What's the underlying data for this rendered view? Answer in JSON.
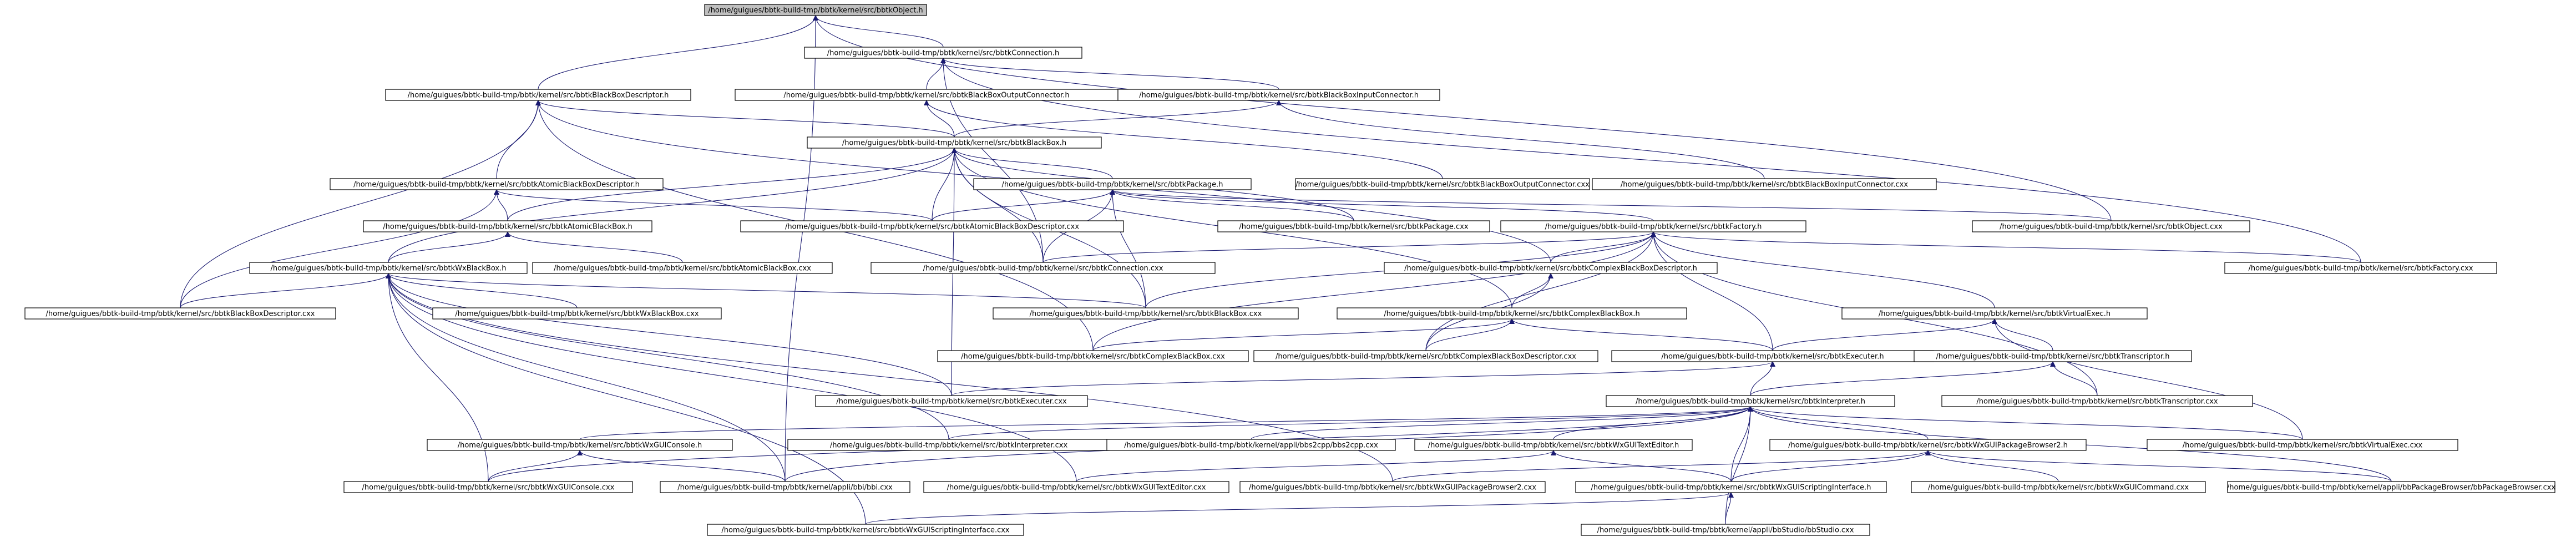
{
  "graph": {
    "root": "n0",
    "colors": {
      "edge": "#191970",
      "node_fill": "#ffffff",
      "root_fill": "#bfbfbf",
      "border": "#000000"
    },
    "nodes": [
      {
        "id": "n0",
        "label": "/home/guigues/bbtk-build-tmp/bbtk/kernel/src/bbtkObject.h",
        "root": true
      },
      {
        "id": "n1",
        "label": "/home/guigues/bbtk-build-tmp/bbtk/kernel/src/bbtkConnection.h"
      },
      {
        "id": "n2",
        "label": "/home/guigues/bbtk-build-tmp/bbtk/kernel/src/bbtkBlackBoxDescriptor.h"
      },
      {
        "id": "n3",
        "label": "/home/guigues/bbtk-build-tmp/bbtk/kernel/src/bbtkBlackBoxOutputConnector.h"
      },
      {
        "id": "n4",
        "label": "/home/guigues/bbtk-build-tmp/bbtk/kernel/src/bbtkBlackBoxInputConnector.h"
      },
      {
        "id": "n5",
        "label": "/home/guigues/bbtk-build-tmp/bbtk/kernel/src/bbtkBlackBox.h"
      },
      {
        "id": "n6",
        "label": "/home/guigues/bbtk-build-tmp/bbtk/kernel/src/bbtkAtomicBlackBoxDescriptor.h"
      },
      {
        "id": "n7",
        "label": "/home/guigues/bbtk-build-tmp/bbtk/kernel/src/bbtkPackage.h"
      },
      {
        "id": "n8",
        "label": "/home/guigues/bbtk-build-tmp/bbtk/kernel/src/bbtkBlackBoxOutputConnector.cxx"
      },
      {
        "id": "n9",
        "label": "/home/guigues/bbtk-build-tmp/bbtk/kernel/src/bbtkBlackBoxInputConnector.cxx"
      },
      {
        "id": "n10",
        "label": "/home/guigues/bbtk-build-tmp/bbtk/kernel/src/bbtkAtomicBlackBox.h"
      },
      {
        "id": "n11",
        "label": "/home/guigues/bbtk-build-tmp/bbtk/kernel/src/bbtkAtomicBlackBoxDescriptor.cxx"
      },
      {
        "id": "n12",
        "label": "/home/guigues/bbtk-build-tmp/bbtk/kernel/src/bbtkPackage.cxx"
      },
      {
        "id": "n13",
        "label": "/home/guigues/bbtk-build-tmp/bbtk/kernel/src/bbtkFactory.h"
      },
      {
        "id": "n14",
        "label": "/home/guigues/bbtk-build-tmp/bbtk/kernel/src/bbtkObject.cxx"
      },
      {
        "id": "n15",
        "label": "/home/guigues/bbtk-build-tmp/bbtk/kernel/src/bbtkWxBlackBox.h"
      },
      {
        "id": "n16",
        "label": "/home/guigues/bbtk-build-tmp/bbtk/kernel/src/bbtkAtomicBlackBox.cxx"
      },
      {
        "id": "n17",
        "label": "/home/guigues/bbtk-build-tmp/bbtk/kernel/src/bbtkConnection.cxx"
      },
      {
        "id": "n18",
        "label": "/home/guigues/bbtk-build-tmp/bbtk/kernel/src/bbtkComplexBlackBoxDescriptor.h"
      },
      {
        "id": "n19",
        "label": "/home/guigues/bbtk-build-tmp/bbtk/kernel/src/bbtkFactory.cxx"
      },
      {
        "id": "n20",
        "label": "/home/guigues/bbtk-build-tmp/bbtk/kernel/src/bbtkBlackBoxDescriptor.cxx"
      },
      {
        "id": "n21",
        "label": "/home/guigues/bbtk-build-tmp/bbtk/kernel/src/bbtkWxBlackBox.cxx"
      },
      {
        "id": "n22",
        "label": "/home/guigues/bbtk-build-tmp/bbtk/kernel/src/bbtkBlackBox.cxx"
      },
      {
        "id": "n23",
        "label": "/home/guigues/bbtk-build-tmp/bbtk/kernel/src/bbtkComplexBlackBox.h"
      },
      {
        "id": "n24",
        "label": "/home/guigues/bbtk-build-tmp/bbtk/kernel/src/bbtkVirtualExec.h"
      },
      {
        "id": "n25",
        "label": "/home/guigues/bbtk-build-tmp/bbtk/kernel/src/bbtkComplexBlackBox.cxx"
      },
      {
        "id": "n26",
        "label": "/home/guigues/bbtk-build-tmp/bbtk/kernel/src/bbtkComplexBlackBoxDescriptor.cxx"
      },
      {
        "id": "n27",
        "label": "/home/guigues/bbtk-build-tmp/bbtk/kernel/src/bbtkExecuter.h"
      },
      {
        "id": "n28",
        "label": "/home/guigues/bbtk-build-tmp/bbtk/kernel/src/bbtkTranscriptor.h"
      },
      {
        "id": "n29",
        "label": "/home/guigues/bbtk-build-tmp/bbtk/kernel/src/bbtkExecuter.cxx"
      },
      {
        "id": "n30",
        "label": "/home/guigues/bbtk-build-tmp/bbtk/kernel/src/bbtkInterpreter.h"
      },
      {
        "id": "n31",
        "label": "/home/guigues/bbtk-build-tmp/bbtk/kernel/src/bbtkTranscriptor.cxx"
      },
      {
        "id": "n32",
        "label": "/home/guigues/bbtk-build-tmp/bbtk/kernel/src/bbtkWxGUIConsole.h"
      },
      {
        "id": "n33",
        "label": "/home/guigues/bbtk-build-tmp/bbtk/kernel/src/bbtkInterpreter.cxx"
      },
      {
        "id": "n34",
        "label": "/home/guigues/bbtk-build-tmp/bbtk/kernel/appli/bbs2cpp/bbs2cpp.cxx"
      },
      {
        "id": "n35",
        "label": "/home/guigues/bbtk-build-tmp/bbtk/kernel/src/bbtkWxGUITextEditor.h"
      },
      {
        "id": "n36",
        "label": "/home/guigues/bbtk-build-tmp/bbtk/kernel/src/bbtkWxGUIPackageBrowser2.h"
      },
      {
        "id": "n37",
        "label": "/home/guigues/bbtk-build-tmp/bbtk/kernel/src/bbtkVirtualExec.cxx"
      },
      {
        "id": "n38",
        "label": "/home/guigues/bbtk-build-tmp/bbtk/kernel/src/bbtkWxGUIConsole.cxx"
      },
      {
        "id": "n39",
        "label": "/home/guigues/bbtk-build-tmp/bbtk/kernel/appli/bbi/bbi.cxx"
      },
      {
        "id": "n40",
        "label": "/home/guigues/bbtk-build-tmp/bbtk/kernel/src/bbtkWxGUITextEditor.cxx"
      },
      {
        "id": "n41",
        "label": "/home/guigues/bbtk-build-tmp/bbtk/kernel/src/bbtkWxGUIPackageBrowser2.cxx"
      },
      {
        "id": "n42",
        "label": "/home/guigues/bbtk-build-tmp/bbtk/kernel/src/bbtkWxGUIScriptingInterface.h"
      },
      {
        "id": "n43",
        "label": "/home/guigues/bbtk-build-tmp/bbtk/kernel/src/bbtkWxGUICommand.cxx"
      },
      {
        "id": "n44",
        "label": "/home/guigues/bbtk-build-tmp/bbtk/kernel/appli/bbPackageBrowser/bbPackageBrowser.cxx"
      },
      {
        "id": "n45",
        "label": "/home/guigues/bbtk-build-tmp/bbtk/kernel/src/bbtkWxGUIScriptingInterface.cxx"
      },
      {
        "id": "n46",
        "label": "/home/guigues/bbtk-build-tmp/bbtk/kernel/appli/bbStudio/bbStudio.cxx"
      }
    ],
    "edges": [
      [
        "n1",
        "n0"
      ],
      [
        "n2",
        "n0"
      ],
      [
        "n14",
        "n0"
      ],
      [
        "n39",
        "n0"
      ],
      [
        "n17",
        "n1"
      ],
      [
        "n3",
        "n1"
      ],
      [
        "n4",
        "n1"
      ],
      [
        "n19",
        "n1"
      ],
      [
        "n5",
        "n2"
      ],
      [
        "n6",
        "n2"
      ],
      [
        "n20",
        "n2"
      ],
      [
        "n18",
        "n2"
      ],
      [
        "n25",
        "n2"
      ],
      [
        "n5",
        "n3"
      ],
      [
        "n8",
        "n3"
      ],
      [
        "n5",
        "n4"
      ],
      [
        "n9",
        "n4"
      ],
      [
        "n7",
        "n5"
      ],
      [
        "n10",
        "n5"
      ],
      [
        "n15",
        "n5"
      ],
      [
        "n22",
        "n5"
      ],
      [
        "n17",
        "n5"
      ],
      [
        "n12",
        "n5"
      ],
      [
        "n23",
        "n5"
      ],
      [
        "n11",
        "n5"
      ],
      [
        "n29",
        "n5"
      ],
      [
        "n10",
        "n6"
      ],
      [
        "n11",
        "n6"
      ],
      [
        "n20",
        "n6"
      ],
      [
        "n13",
        "n7"
      ],
      [
        "n12",
        "n7"
      ],
      [
        "n11",
        "n7"
      ],
      [
        "n22",
        "n7"
      ],
      [
        "n14",
        "n7"
      ],
      [
        "n17",
        "n7"
      ],
      [
        "n15",
        "n10"
      ],
      [
        "n16",
        "n10"
      ],
      [
        "n18",
        "n13"
      ],
      [
        "n24",
        "n13"
      ],
      [
        "n19",
        "n13"
      ],
      [
        "n27",
        "n13"
      ],
      [
        "n22",
        "n13"
      ],
      [
        "n25",
        "n13"
      ],
      [
        "n31",
        "n13"
      ],
      [
        "n17",
        "n13"
      ],
      [
        "n26",
        "n13"
      ],
      [
        "n21",
        "n15"
      ],
      [
        "n20",
        "n15"
      ],
      [
        "n22",
        "n15"
      ],
      [
        "n38",
        "n15"
      ],
      [
        "n39",
        "n15"
      ],
      [
        "n40",
        "n15"
      ],
      [
        "n41",
        "n15"
      ],
      [
        "n33",
        "n15"
      ],
      [
        "n45",
        "n15"
      ],
      [
        "n29",
        "n15"
      ],
      [
        "n23",
        "n18"
      ],
      [
        "n26",
        "n18"
      ],
      [
        "n25",
        "n23"
      ],
      [
        "n26",
        "n23"
      ],
      [
        "n27",
        "n23"
      ],
      [
        "n27",
        "n24"
      ],
      [
        "n28",
        "n24"
      ],
      [
        "n37",
        "n24"
      ],
      [
        "n29",
        "n27"
      ],
      [
        "n30",
        "n27"
      ],
      [
        "n31",
        "n28"
      ],
      [
        "n30",
        "n28"
      ],
      [
        "n32",
        "n30"
      ],
      [
        "n33",
        "n30"
      ],
      [
        "n34",
        "n30"
      ],
      [
        "n35",
        "n30"
      ],
      [
        "n36",
        "n30"
      ],
      [
        "n37",
        "n30"
      ],
      [
        "n39",
        "n30"
      ],
      [
        "n42",
        "n30"
      ],
      [
        "n38",
        "n30"
      ],
      [
        "n44",
        "n30"
      ],
      [
        "n46",
        "n30"
      ],
      [
        "n38",
        "n32"
      ],
      [
        "n39",
        "n32"
      ],
      [
        "n40",
        "n35"
      ],
      [
        "n42",
        "n35"
      ],
      [
        "n41",
        "n36"
      ],
      [
        "n43",
        "n36"
      ],
      [
        "n44",
        "n36"
      ],
      [
        "n42",
        "n36"
      ],
      [
        "n45",
        "n42"
      ],
      [
        "n46",
        "n42"
      ]
    ]
  }
}
